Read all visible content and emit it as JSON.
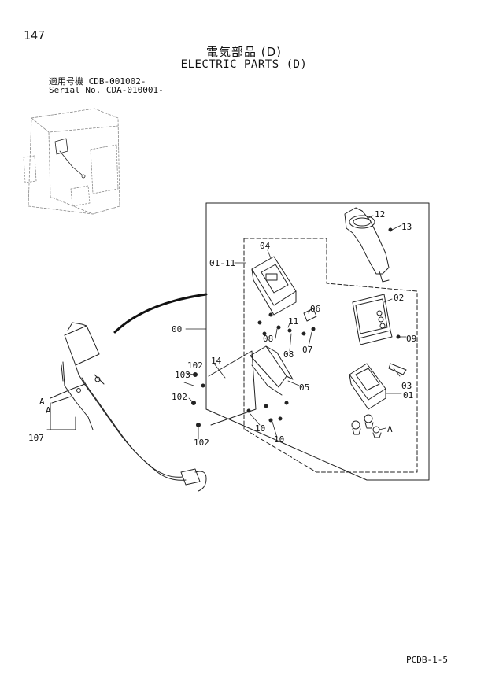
{
  "page": {
    "number": "147",
    "title_jp": "電気部品 (D)",
    "title_en": "ELECTRIC PARTS (D)",
    "serial_lines": [
      "適用号機 CDB-001002-",
      "Serial No. CDA-010001-"
    ],
    "page_code": "PCDB-1-5"
  },
  "part_labels": {
    "p12": "12",
    "p13": "13",
    "p04": "04",
    "p01_11": "01-11",
    "p02": "02",
    "p06": "06",
    "p11": "11",
    "p08a": "08",
    "p08b": "08",
    "p07": "07",
    "p09": "09",
    "p00": "00",
    "p14": "14",
    "p05": "05",
    "p102a": "102",
    "p103": "103",
    "p102b": "102",
    "p102c": "102",
    "p10a": "10",
    "p10b": "10",
    "p03": "03",
    "p01": "01",
    "pA1": "A",
    "pA2": "A",
    "pA3": "A",
    "p107": "107"
  }
}
